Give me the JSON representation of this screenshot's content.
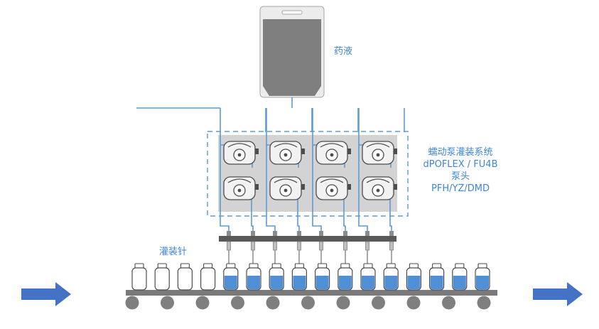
{
  "labels": {
    "liquid": "药液",
    "system_line1": "蠕动泵灌装系统",
    "system_line2": "dPOFLEX / FU4B",
    "system_line3": "泵头",
    "system_line4": "PFH/YZ/DMD",
    "needles": "灌装针"
  },
  "counts": {
    "pump_columns": 4,
    "pumps_per_column": 2,
    "filling_needles": 8,
    "bottles_total": 16,
    "bottles_empty": 4,
    "bottles_filled": 12,
    "conveyor_rollers": 11
  },
  "colors": {
    "accent": "#3d86d6",
    "tube": "#5b9bd5",
    "liquid_fill": "#4f8fd6",
    "arrow": "#4472c4",
    "pump_panel": "#d3d3d3",
    "bag": "#7f7f7f",
    "conveyor": "#7a7a7a"
  },
  "icons": {
    "direction": "arrow-right-icon",
    "pump": "peristaltic-pump-icon",
    "bag": "iv-bag-icon"
  }
}
